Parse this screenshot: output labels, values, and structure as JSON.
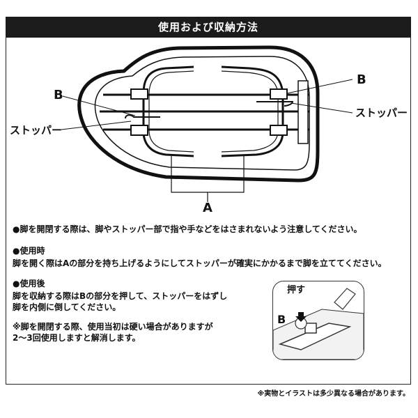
{
  "title": "使用および収納方法",
  "diagram": {
    "label_b_left": "B",
    "label_b_right": "B",
    "label_stopper_left": "ストッパー",
    "label_stopper_right": "ストッパー",
    "label_a": "A"
  },
  "caution": "●脚を開閉する際は、脚やストッパー部で指や手などをはさまれないよう注意してください。",
  "use": {
    "heading": "●使用時",
    "body": "脚を開く際はAの部分を持ち上げるようにしてストッパーが確実にかかるまで脚を立ててください。"
  },
  "after": {
    "heading": "●使用後",
    "line1": "脚を収納する際はBの部分を押して、ストッパーをはずし",
    "line2": "脚を内側に倒してください。"
  },
  "remark": {
    "line1": "※脚を開閉する際、使用当初は硬い場合がありますが",
    "line2": "2〜3回使用しますと解消します。"
  },
  "inset": {
    "push_label": "押す",
    "b_label": "B"
  },
  "footnote": "※実物とイラストは多少異なる場合があります。"
}
